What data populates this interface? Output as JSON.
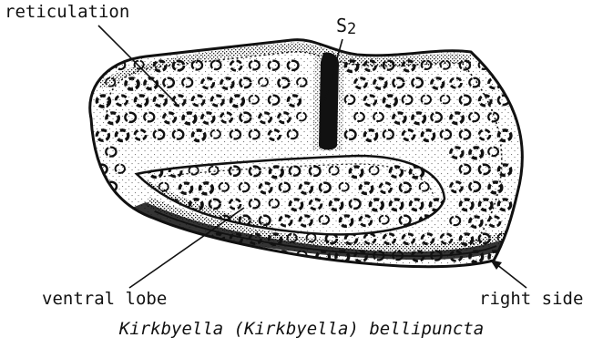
{
  "labels": {
    "reticulation": "reticulation",
    "s2_letter": "S",
    "s2_sub": "2",
    "ventral_lobe": "ventral lobe",
    "right_side": "right side"
  },
  "caption": "Kirkbyella (Kirkbyella) bellipuncta",
  "colors": {
    "ink": "#111111",
    "paper": "#ffffff"
  }
}
